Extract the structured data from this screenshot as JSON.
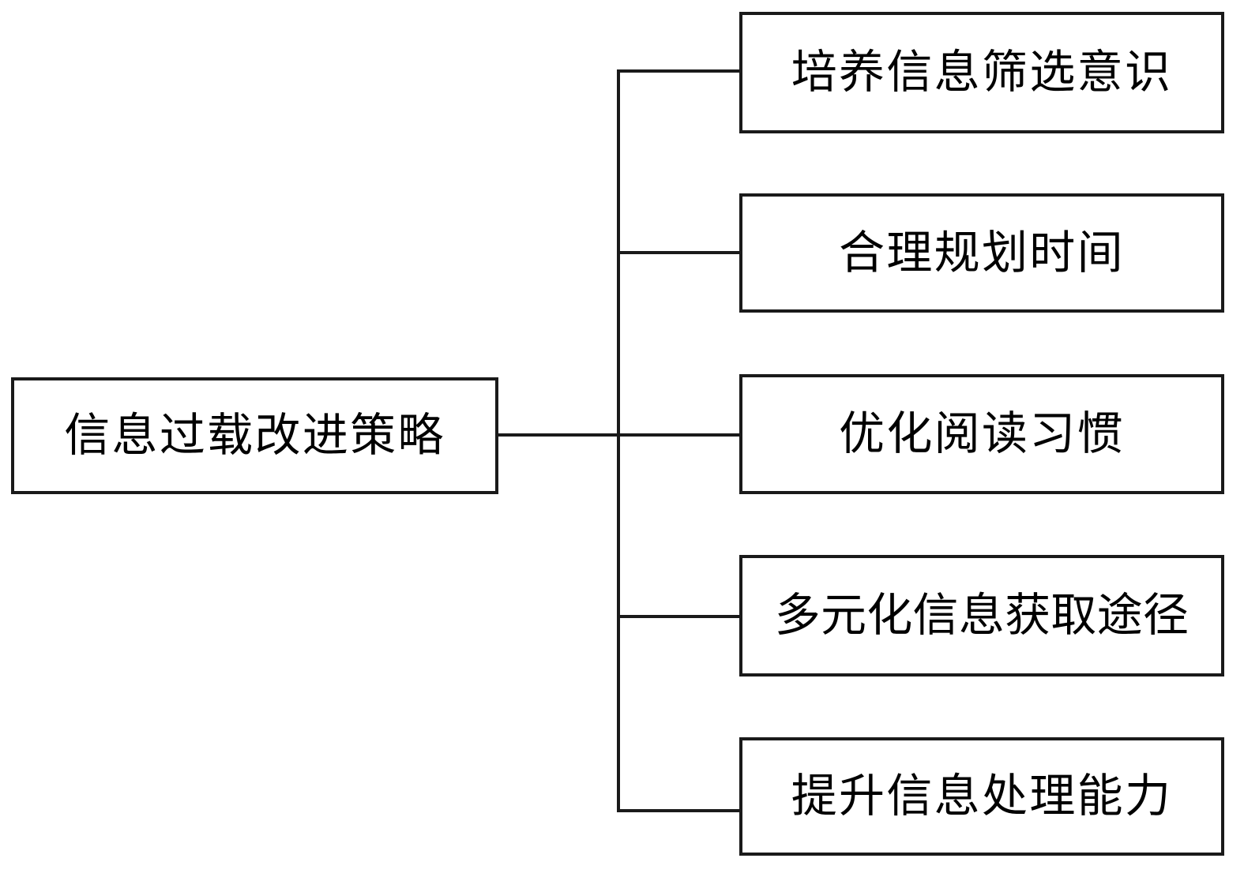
{
  "diagram": {
    "type": "horizontal-tree",
    "orientation": "left-root-right-children",
    "root": {
      "label": "信息过载改进策略"
    },
    "children": [
      {
        "label": "培养信息筛选意识"
      },
      {
        "label": "合理规划时间"
      },
      {
        "label": "优化阅读习惯"
      },
      {
        "label": "多元化信息获取途径"
      },
      {
        "label": "提升信息处理能力"
      }
    ],
    "style": {
      "box_border_color": "#1a1a1a",
      "box_fill_color": "#ffffff",
      "connector_color": "#1a1a1a",
      "text_color": "#000000",
      "background_color": "#ffffff"
    }
  }
}
